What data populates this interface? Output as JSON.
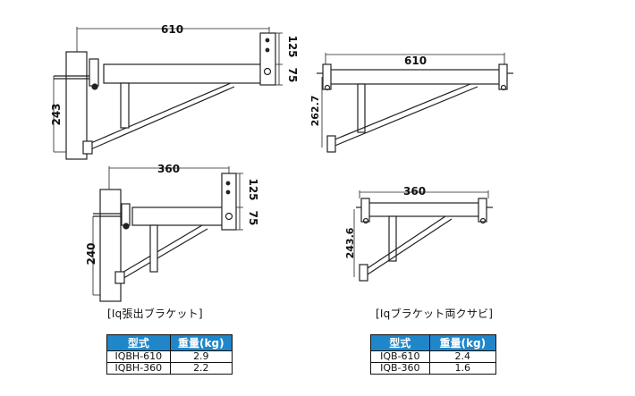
{
  "drawings": [
    {
      "id": "iqbh-610",
      "width_label": "610",
      "height_label": "243",
      "top_label": "125",
      "bottom_label": "75"
    },
    {
      "id": "iqbh-360",
      "width_label": "360",
      "height_label": "240",
      "top_label": "125",
      "bottom_label": "75"
    },
    {
      "id": "iqb-610",
      "width_label": "610",
      "height_label": "262.7"
    },
    {
      "id": "iqb-360",
      "width_label": "360",
      "height_label": "243.6"
    }
  ],
  "left_product": {
    "caption": "[Iq張出ブラケット]",
    "headers": [
      "型式",
      "重量(kg)"
    ],
    "rows": [
      [
        "IQBH-610",
        "2.9"
      ],
      [
        "IQBH-360",
        "2.2"
      ]
    ]
  },
  "right_product": {
    "caption": "[Iqブラケット両クサビ]",
    "headers": [
      "型式",
      "重量(kg)"
    ],
    "rows": [
      [
        "IQB-610",
        "2.4"
      ],
      [
        "IQB-360",
        "1.6"
      ]
    ]
  }
}
